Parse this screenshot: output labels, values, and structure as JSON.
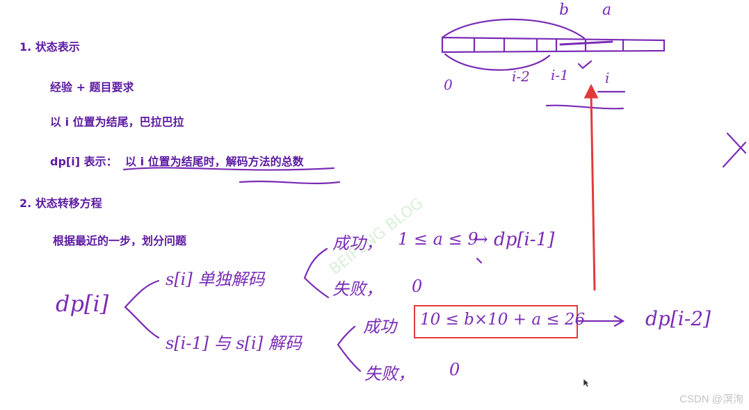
{
  "slide": {
    "h1": "1. 状态表示",
    "line1": "经验 + 题目要求",
    "line2": "以 i 位置为结尾，巴拉巴拉",
    "dp_label": "dp[i] 表示：",
    "dp_def": "以 i 位置为结尾时，解码方法的总数",
    "h2": "2. 状态转移方程",
    "line3": "根据最近的一步，划分问题"
  },
  "notes": {
    "b": "b",
    "a": "a",
    "zero_top": "0",
    "i2": "i-2",
    "i1": "i-1",
    "i": "i",
    "dpi": "dp[i]",
    "single": "s[i] 单独解码",
    "pair": "s[i-1] 与 s[i] 解码",
    "success": "成功，",
    "cond1": "1 ≤ a ≤ 9",
    "arrow_res1": "→ dp[i-1]",
    "fail": "失败，",
    "zero": "0",
    "success2": "成功",
    "cond2": "10 ≤ b×10 + a ≤ 26",
    "res2": "dp[i-2]",
    "fail2": "失败，",
    "zero2": "0"
  },
  "footer": {
    "watermark": "CSDN @溟洵"
  },
  "colors": {
    "text": "#5b1aa0",
    "ink": "#7a2bb5",
    "highlight": "#e23a3a"
  }
}
